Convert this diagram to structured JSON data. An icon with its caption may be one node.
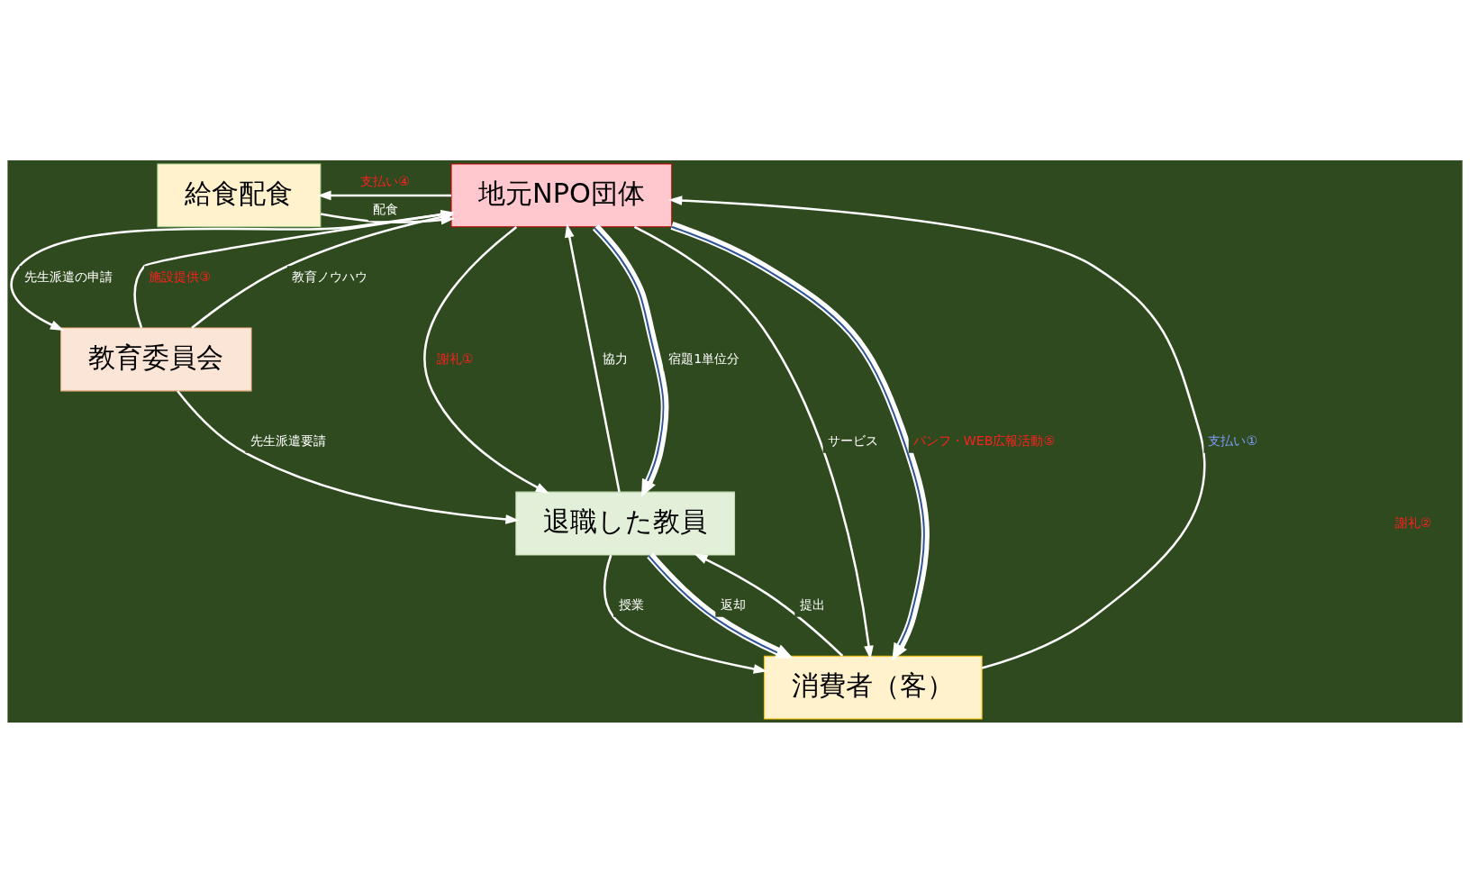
{
  "diagram": {
    "nodes": [
      {
        "text": [
          "給食配食"
        ]
      },
      {
        "text": [
          "地元NPO団体"
        ]
      },
      {
        "text": [
          "教育委員会"
        ]
      },
      {
        "text": [
          "退職した教員"
        ]
      },
      {
        "text": [
          "消費者（客）"
        ]
      }
    ],
    "edges": [
      {
        "from": 0,
        "to": 1,
        "arrow": "to",
        "label": "配食"
      },
      {
        "from": 1,
        "to": 0,
        "arrow": "to",
        "label": "支払い④"
      },
      {
        "from": 2,
        "to": 1,
        "arrow": "to",
        "label": "施設提供③"
      },
      {
        "from": 2,
        "to": 1,
        "arrow": "to",
        "label": "教育ノウハウ"
      },
      {
        "from": 1,
        "to": 2,
        "arrow": "to",
        "label": "先生派遣の申請"
      },
      {
        "from": 2,
        "to": 3,
        "arrow": "to",
        "label": "先生派遣要請"
      },
      {
        "from": 1,
        "to": 3,
        "arrow": "to",
        "label": "謝礼①"
      },
      {
        "from": 3,
        "to": 1,
        "arrow": "to",
        "label": "協力"
      },
      {
        "from": 1,
        "to": 3,
        "arrow": "to",
        "label": "宿題1単位分",
        "style": "thick"
      },
      {
        "from": 1,
        "to": 4,
        "arrow": "to",
        "label": "サービス"
      },
      {
        "from": 4,
        "to": 1,
        "arrow": "to",
        "label": "支払い①"
      },
      {
        "from": 1,
        "to": 4,
        "arrow": "to",
        "label": "パンフ・WEB広報活動⑤",
        "style": "thick"
      },
      {
        "from": 3,
        "to": 4,
        "arrow": "to",
        "label": "授業"
      },
      {
        "from": 4,
        "to": 3,
        "arrow": "to",
        "label": "提出"
      },
      {
        "from": 3,
        "to": 4,
        "arrow": "to",
        "label": "返却",
        "style": "thick"
      }
    ],
    "labels": [
      "謝礼②"
    ]
  }
}
